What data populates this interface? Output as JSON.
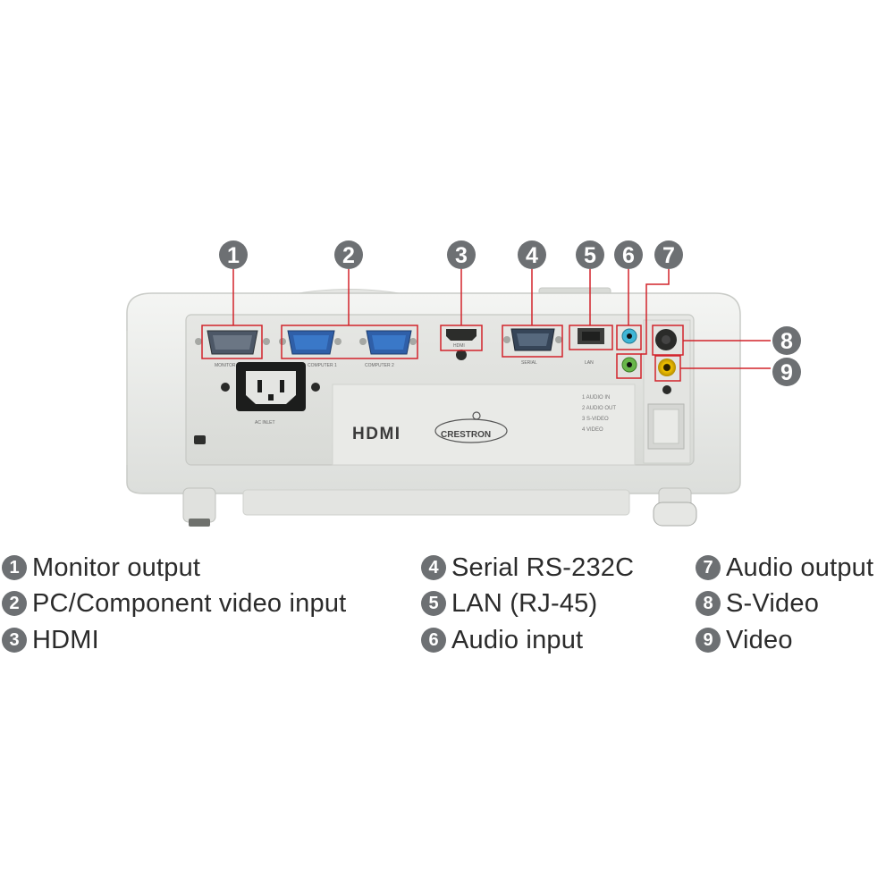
{
  "callouts": [
    {
      "num": "1",
      "label": "Monitor output"
    },
    {
      "num": "2",
      "label": "PC/Component video input"
    },
    {
      "num": "3",
      "label": "HDMI"
    },
    {
      "num": "4",
      "label": "Serial RS-232C"
    },
    {
      "num": "5",
      "label": "LAN (RJ-45)"
    },
    {
      "num": "6",
      "label": "Audio input"
    },
    {
      "num": "7",
      "label": "Audio output"
    },
    {
      "num": "8",
      "label": "S-Video"
    },
    {
      "num": "9",
      "label": "Video"
    }
  ],
  "panel_text": {
    "hdmi_logo": "HDMI",
    "crestron_logo": "CRESTRON",
    "port_monitor_out": "MONITOR OUT",
    "port_computer_1": "COMPUTER 1",
    "port_computer_2": "COMPUTER 2",
    "port_hdmi": "HDMI",
    "port_serial": "SERIAL",
    "port_lan": "LAN",
    "port_ac_inlet": "AC INLET",
    "jack_list": [
      "1 AUDIO IN",
      "2 AUDIO OUT",
      "3 S-VIDEO",
      "4 VIDEO"
    ]
  },
  "colors": {
    "callout_badge": "#6d7073",
    "highlight_box": "#d2232a",
    "vga_blue": "#3a78c8",
    "audio_in_blue": "#3fb6d6",
    "audio_out_green": "#69b64a",
    "video_yellow": "#e0b400",
    "body_white": "#eeeeec"
  }
}
